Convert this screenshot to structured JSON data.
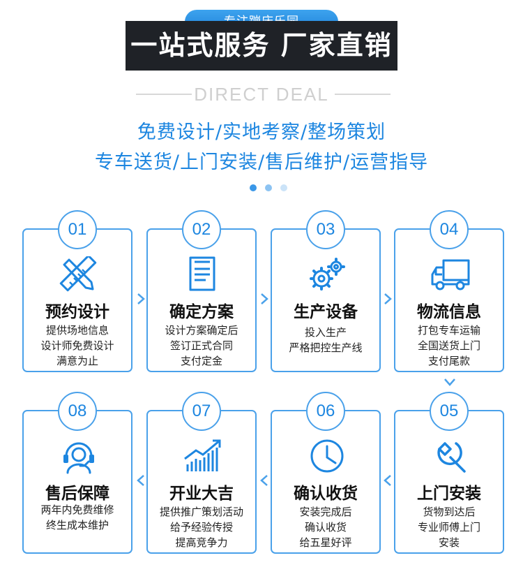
{
  "header": {
    "badge": "专注蹦床乐园",
    "banner": "一站式服务 厂家直销",
    "english": "DIRECT DEAL",
    "tagline_line1": "免费设计/实地考察/整场策划",
    "tagline_line2": "专车送货/上门安装/售后维护/运营指导"
  },
  "colors": {
    "accent": "#1d86e0",
    "border": "#4aa1ea",
    "dot_dark": "#3a97e8",
    "dot_mid": "#8cc3f2",
    "dot_light": "#cbe3f8",
    "banner_bg": "#1f2227"
  },
  "steps": [
    {
      "num": "01",
      "title": "预约设计",
      "icon": "ruler-pencil-icon",
      "lines": [
        "提供场地信息",
        "设计师免费设计",
        "满意为止"
      ]
    },
    {
      "num": "02",
      "title": "确定方案",
      "icon": "document-icon",
      "lines": [
        "设计方案确定后",
        "签订正式合同",
        "支付定金"
      ]
    },
    {
      "num": "03",
      "title": "生产设备",
      "icon": "gears-icon",
      "lines": [
        "投入生产",
        "严格把控生产线"
      ]
    },
    {
      "num": "04",
      "title": "物流信息",
      "icon": "truck-icon",
      "lines": [
        "打包专车运输",
        "全国送货上门",
        "支付尾款"
      ]
    },
    {
      "num": "05",
      "title": "上门安装",
      "icon": "wrench-icon",
      "lines": [
        "货物到达后",
        "专业师傅上门",
        "安装"
      ]
    },
    {
      "num": "06",
      "title": "确认收货",
      "icon": "clock-icon",
      "lines": [
        "安装完成后",
        "确认收货",
        "给五星好评"
      ]
    },
    {
      "num": "07",
      "title": "开业大吉",
      "icon": "growth-chart-icon",
      "lines": [
        "提供推广策划活动",
        "给予经验传授",
        "提高竞争力"
      ]
    },
    {
      "num": "08",
      "title": "售后保障",
      "icon": "headset-support-icon",
      "lines": [
        "两年内免费维修",
        "终生成本维护"
      ]
    }
  ]
}
